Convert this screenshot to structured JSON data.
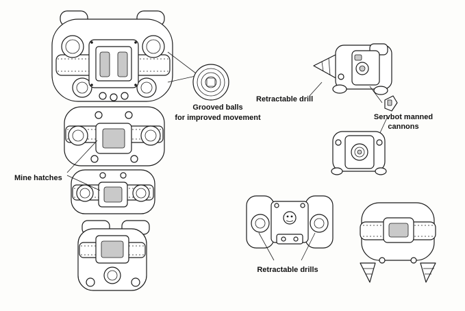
{
  "labels": {
    "grooved_balls_line1": "Grooved balls",
    "grooved_balls_line2": "for improved movement",
    "mine_hatches": "Mine hatches",
    "retractable_drill": "Retractable drill",
    "servbot_line1": "Servbot manned",
    "servbot_line2": "cannons",
    "retractable_drills": "Retractable drills"
  },
  "colors": {
    "ink": "#1a1a1a",
    "paper": "#fdfdfb",
    "shade": "#c9c9c9"
  }
}
